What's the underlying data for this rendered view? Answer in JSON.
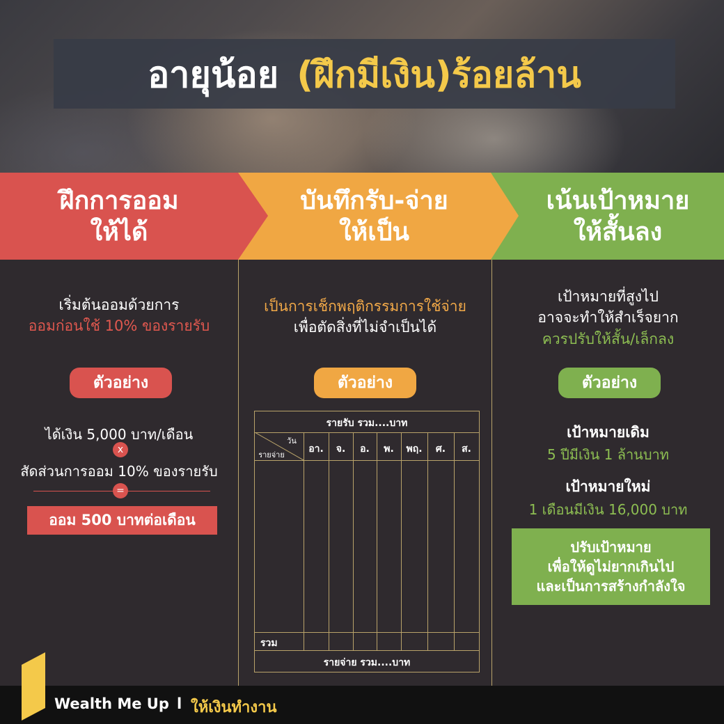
{
  "header": {
    "title_part1": "อายุน้อย",
    "title_part2": "(ฝึกมีเงิน)ร้อยล้าน"
  },
  "banner": [
    {
      "label": "ฝึกการออม\nให้ได้",
      "color": "#d9534f"
    },
    {
      "label": "บันทึกรับ-จ่าย\nให้เป็น",
      "color": "#f0a743"
    },
    {
      "label": "เน้นเป้าหมาย\nให้สั้นลง",
      "color": "#7fb04f"
    }
  ],
  "col1": {
    "desc_line1": "เริ่มต้นออมด้วยการ",
    "desc_line2": "ออมก่อนใช้ 10% ของรายรับ",
    "example_label": "ตัวอย่าง",
    "income": "ได้เงิน 5,000 บาท/เดือน",
    "op_multiply": "x",
    "ratio": "สัดส่วนการออม 10% ของรายรับ",
    "op_equals": "=",
    "result": "ออม 500 บาทต่อเดือน"
  },
  "col2": {
    "desc_line1": "เป็นการเช็กพฤติกรรมการใช้จ่าย",
    "desc_line2": "เพื่อตัดสิ่งที่ไม่จำเป็นได้",
    "example_label": "ตัวอย่าง",
    "table": {
      "income_header": "รายรับ รวม....บาท",
      "corner_top": "วัน",
      "corner_bottom": "รายจ่าย",
      "days": [
        "อา.",
        "จ.",
        "อ.",
        "พ.",
        "พฤ.",
        "ศ.",
        "ส."
      ],
      "total_label": "รวม",
      "expense_footer": "รายจ่าย รวม....บาท"
    }
  },
  "col3": {
    "desc_line1": "เป้าหมายที่สูงไป",
    "desc_line2": "อาจจะทำให้สำเร็จยาก",
    "desc_line3": "ควรปรับให้สั้น/เล็กลง",
    "example_label": "ตัวอย่าง",
    "old_goal_label": "เป้าหมายเดิม",
    "old_goal_value": "5 ปีมีเงิน 1 ล้านบาท",
    "new_goal_label": "เป้าหมายใหม่",
    "new_goal_value": "1 เดือนมีเงิน 16,000 บาท",
    "note": "ปรับเป้าหมาย\nเพื่อให้ดูไม่ยากเกินไป\nและเป็นการสร้างกำลังใจ"
  },
  "footer": {
    "brand": "Wealth Me Up",
    "separator": "l",
    "tagline": "ให้เงินทำงาน"
  },
  "colors": {
    "red": "#d9534f",
    "orange": "#f0a743",
    "green": "#7fb04f",
    "yellow": "#f4c94a",
    "background": "#2f2a2e"
  }
}
